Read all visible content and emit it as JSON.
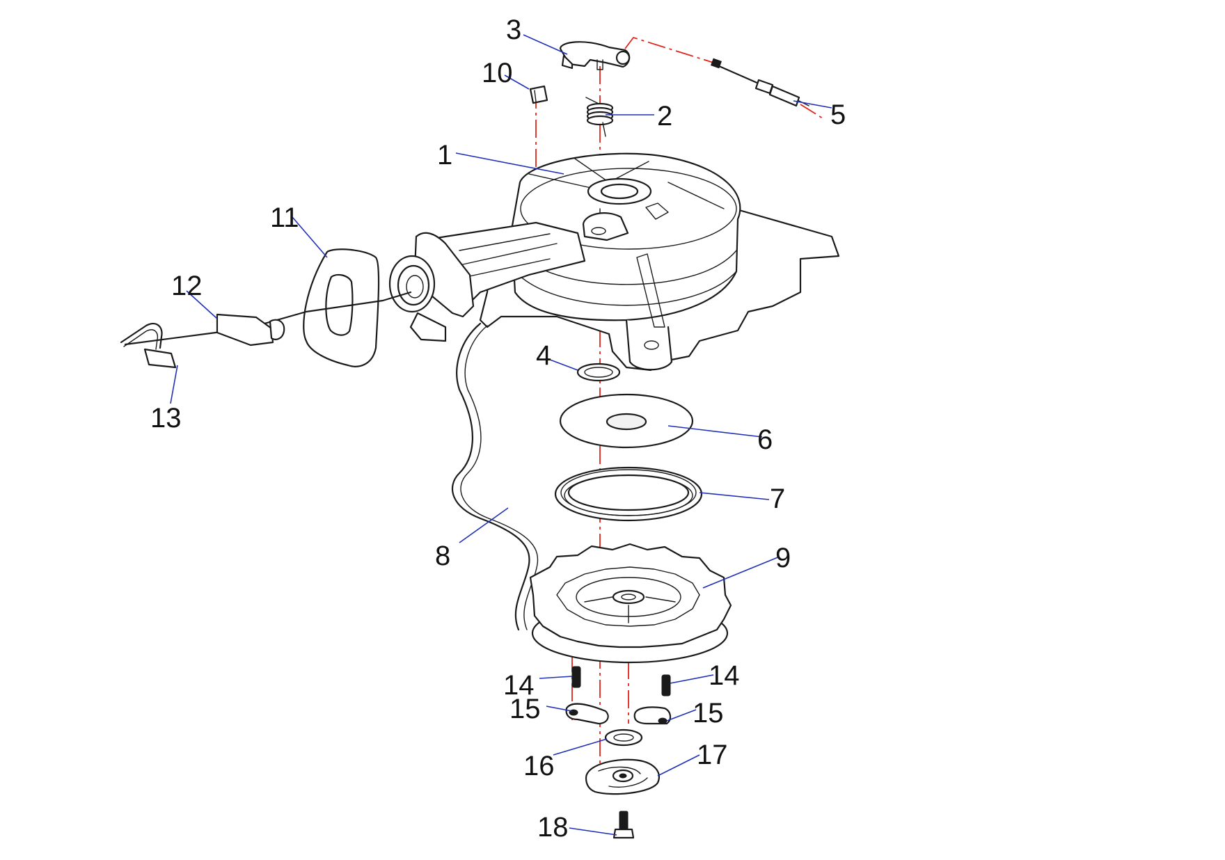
{
  "diagram": {
    "type": "exploded-parts-diagram",
    "colors": {
      "line": "#1a1a1a",
      "leader": "#1f2fb8",
      "axis": "#e2231a",
      "background": "#ffffff"
    },
    "callouts": [
      {
        "id": "c1",
        "label": "1"
      },
      {
        "id": "c2",
        "label": "2"
      },
      {
        "id": "c3",
        "label": "3"
      },
      {
        "id": "c4",
        "label": "4"
      },
      {
        "id": "c5",
        "label": "5"
      },
      {
        "id": "c6",
        "label": "6"
      },
      {
        "id": "c7",
        "label": "7"
      },
      {
        "id": "c8",
        "label": "8"
      },
      {
        "id": "c9",
        "label": "9"
      },
      {
        "id": "c10",
        "label": "10"
      },
      {
        "id": "c11",
        "label": "11"
      },
      {
        "id": "c12",
        "label": "12"
      },
      {
        "id": "c13",
        "label": "13"
      },
      {
        "id": "c14a",
        "label": "14"
      },
      {
        "id": "c14b",
        "label": "14"
      },
      {
        "id": "c15a",
        "label": "15"
      },
      {
        "id": "c15b",
        "label": "15"
      },
      {
        "id": "c16",
        "label": "16"
      },
      {
        "id": "c17",
        "label": "17"
      },
      {
        "id": "c18",
        "label": "18"
      }
    ]
  }
}
